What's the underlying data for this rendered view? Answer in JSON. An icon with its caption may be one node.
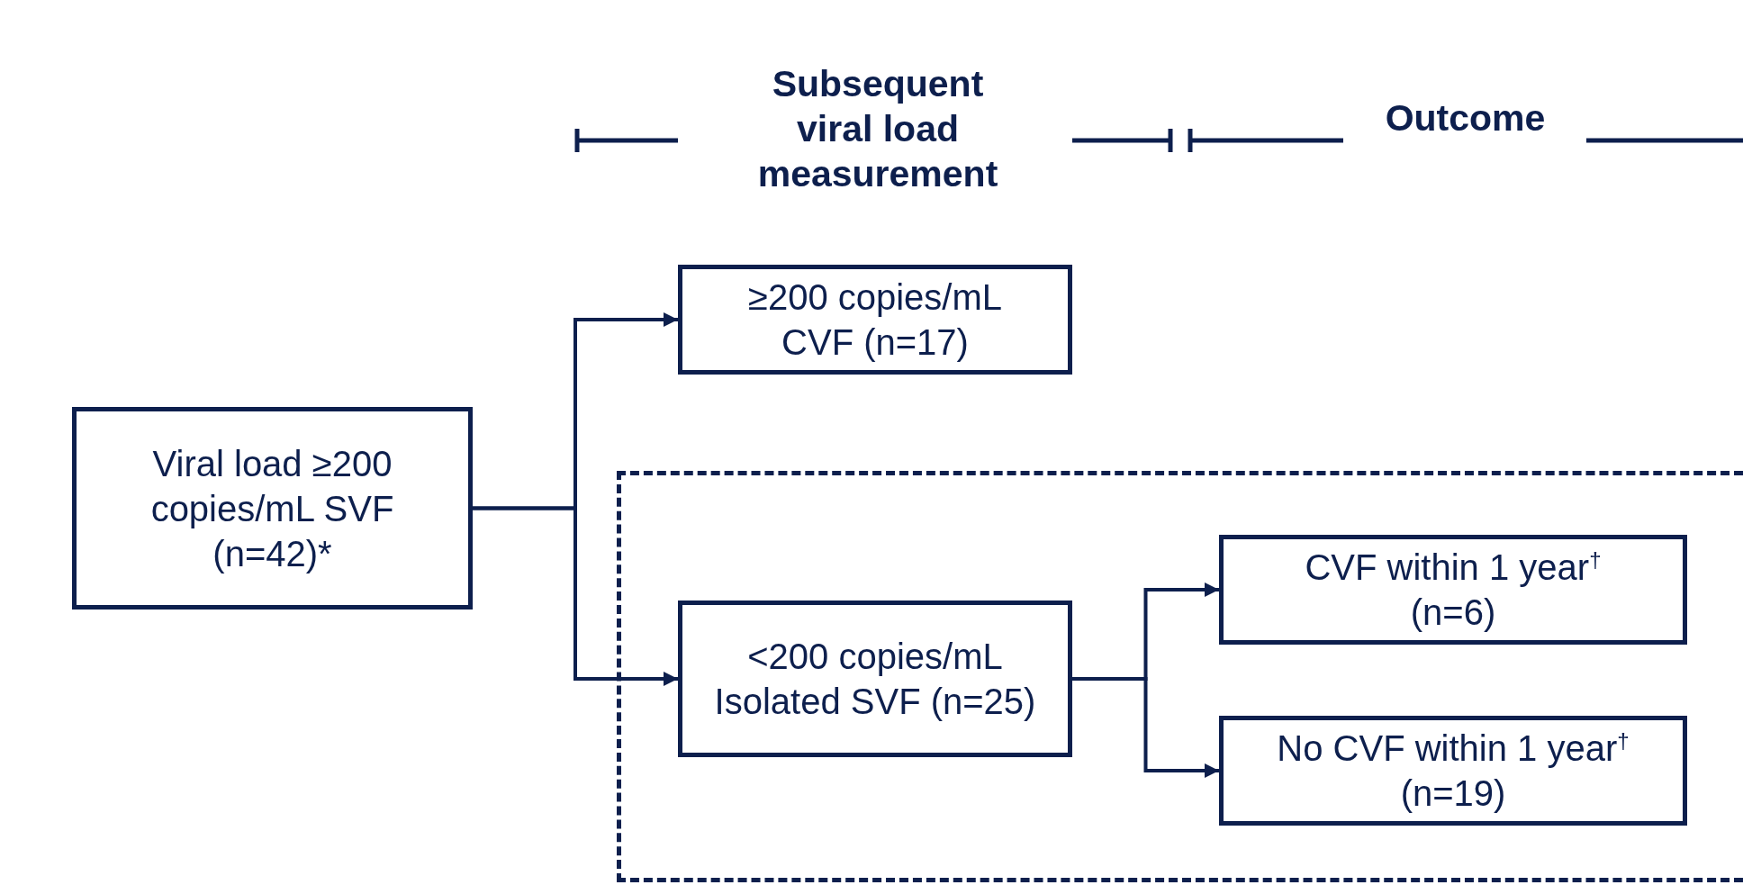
{
  "diagram": {
    "nodes": [
      {
        "text": [
          "Viral load ≥200 copies/mL SVF (n=42)*"
        ]
      },
      {
        "text": [
          "≥200 copies/mL CVF (n=17)"
        ]
      },
      {
        "text": [],
        "shape": "box"
      },
      {
        "text": [
          "<200 copies/mL Isolated SVF (n=25)"
        ],
        "in": 2
      },
      {
        "text": [
          "CVF within 1 year$^{†}$ (n=6)"
        ],
        "in": 2
      },
      {
        "text": [
          "No CVF within 1 year$^{†}$ (n=19)"
        ],
        "in": 2
      }
    ],
    "edges": [
      {
        "from": 0,
        "to": 1,
        "arrow": "to"
      },
      {
        "from": 0,
        "to": 3,
        "arrow": "to"
      },
      {
        "from": 3,
        "to": 4,
        "arrow": "to"
      },
      {
        "from": 3,
        "to": 5,
        "arrow": "to"
      }
    ],
    "labels": [
      "Subsequent viral load measurement",
      "Outcome"
    ]
  }
}
